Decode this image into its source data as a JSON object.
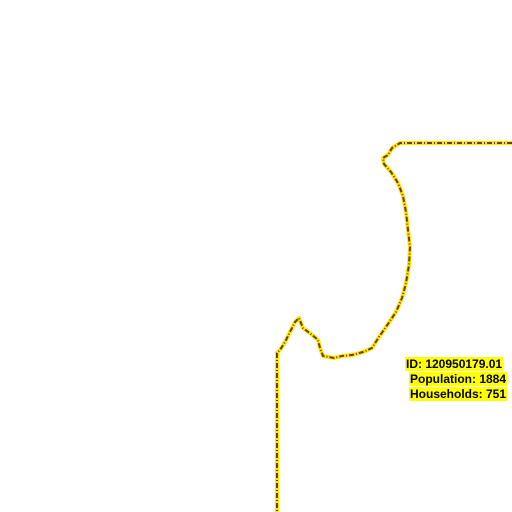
{
  "map": {
    "background_color": "#ffffff",
    "boundary": {
      "stroke_color": "#6b3f00",
      "halo_color": "#ffe600",
      "style": "dashed"
    },
    "feature_label": {
      "background_color": "#ffff00",
      "id_line": "ID: 120950179.01",
      "population_line": "Population: 1884",
      "households_line": "Households: 751"
    }
  }
}
